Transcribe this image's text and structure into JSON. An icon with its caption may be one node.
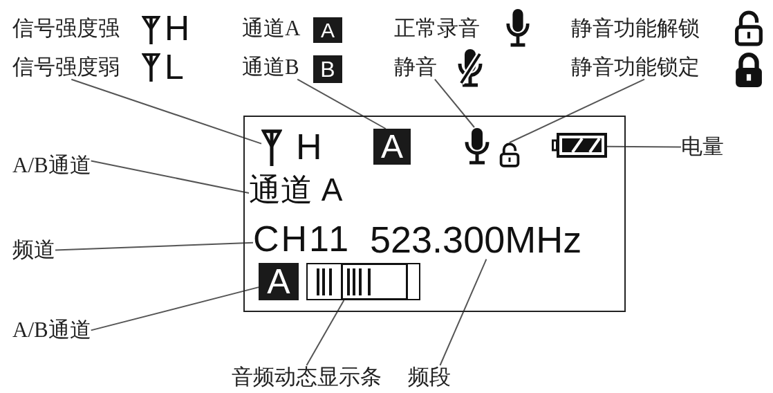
{
  "diagram": {
    "nodes": [
      {
        "text": [
          "信号强度弱"
        ]
      },
      {
        "text": [
          "通道B"
        ]
      },
      {
        "text": [
          "静音"
        ]
      },
      {
        "text": [
          "静音功能锁定"
        ]
      },
      {
        "text": [],
        "shape": "box"
      },
      {
        "text": [
          "H"
        ],
        "in": 4
      },
      {
        "text": [
          "A"
        ],
        "in": 4
      },
      {
        "text": [],
        "shape": "picture",
        "in": 4
      },
      {
        "text": [],
        "shape": "picture",
        "in": 4
      },
      {
        "text": [],
        "shape": "picture",
        "in": 4
      },
      {
        "text": [
          "通道 A"
        ],
        "in": 4
      },
      {
        "text": [
          "CH11"
        ],
        "in": 4
      },
      {
        "text": [
          "523.300MHz"
        ],
        "in": 4
      },
      {
        "text": [
          "A"
        ],
        "in": 4
      },
      {
        "text": [],
        "shape": "bar",
        "in": 4
      },
      {
        "text": [
          "A/B通道"
        ]
      },
      {
        "text": [
          "频道"
        ]
      },
      {
        "text": [
          "A/B通道"
        ]
      },
      {
        "text": [
          "电量"
        ]
      },
      {
        "text": [
          "音频动态显示条"
        ]
      },
      {
        "text": [
          "频段"
        ]
      }
    ],
    "edges": [
      {
        "from": 0,
        "to": 5,
        "arrow": "none"
      },
      {
        "from": 1,
        "to": 6,
        "arrow": "none"
      },
      {
        "from": 2,
        "to": 7,
        "arrow": "none"
      },
      {
        "from": 3,
        "to": 8,
        "arrow": "none"
      },
      {
        "from": 18,
        "to": 9,
        "arrow": "none"
      },
      {
        "from": 15,
        "to": 10,
        "arrow": "none"
      },
      {
        "from": 16,
        "to": 11,
        "arrow": "none"
      },
      {
        "from": 17,
        "to": 13,
        "arrow": "none"
      },
      {
        "from": 19,
        "to": 14,
        "arrow": "none"
      },
      {
        "from": 20,
        "to": 12,
        "arrow": "none"
      }
    ],
    "labels": [
      "信号强度强",
      "H",
      "通道A",
      "A",
      "正常录音",
      "静音功能解锁",
      "L",
      "B"
    ]
  }
}
